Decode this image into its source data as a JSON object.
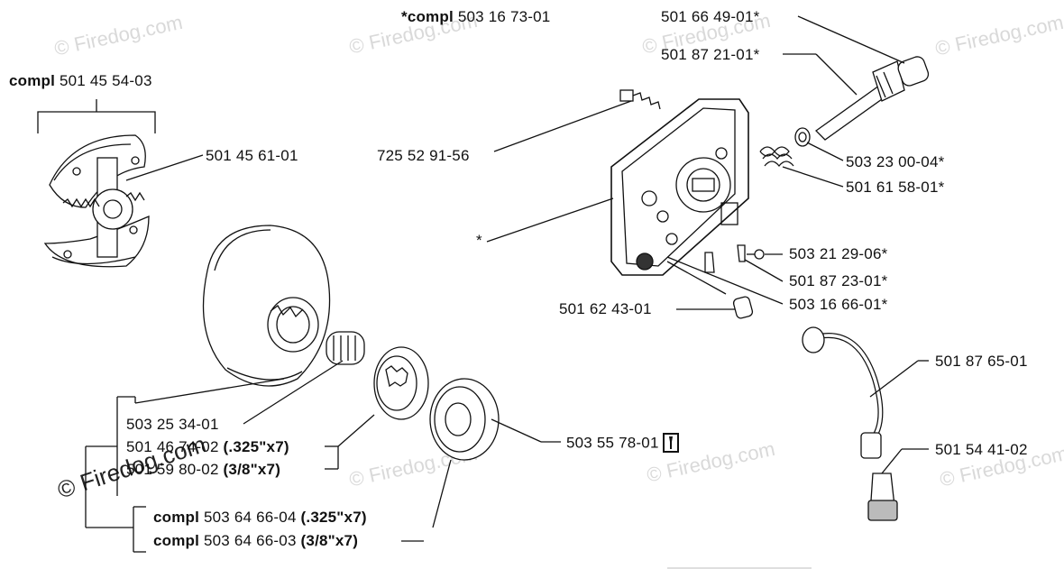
{
  "watermark": "© Firedog.com",
  "labels": {
    "compl_title": {
      "prefix": "compl",
      "number": "501 45 54-03"
    },
    "top_compl": {
      "prefix": "*compl",
      "number": "503 16 73-01"
    },
    "p_501664901": "501 66 49-01*",
    "p_501872101": "501 87 21-01*",
    "p_501456101": "501 45 61-01",
    "p_725529156": "725 52 91-56",
    "p_503230004": "503 23 00-04*",
    "p_501615801": "501 61 58-01*",
    "star": "*",
    "p_503212906": "503 21 29-06*",
    "p_501872301": "501 87 23-01*",
    "p_501624301": "501 62 43-01",
    "p_503166601": "503 16 66-01*",
    "p_501876501": "501 87 65-01",
    "p_503253401": "503 25 34-01",
    "p_501467402": {
      "number": "501 46 74-02",
      "spec": "(.325\"x7)"
    },
    "p_501598002": {
      "number": "501 59 80-02",
      "spec": "(3/8\"x7)"
    },
    "p_503557801": "503 55 78-01",
    "p_501544102": "501 54 41-02",
    "p_503646604": {
      "prefix": "compl",
      "number": "503 64 66-04",
      "spec": "(.325\"x7)"
    },
    "p_503646603": {
      "prefix": "compl",
      "number": "503 64 66-03",
      "spec": "(3/8\"x7)"
    }
  },
  "icons": {
    "tool": "toolbox-icon"
  }
}
